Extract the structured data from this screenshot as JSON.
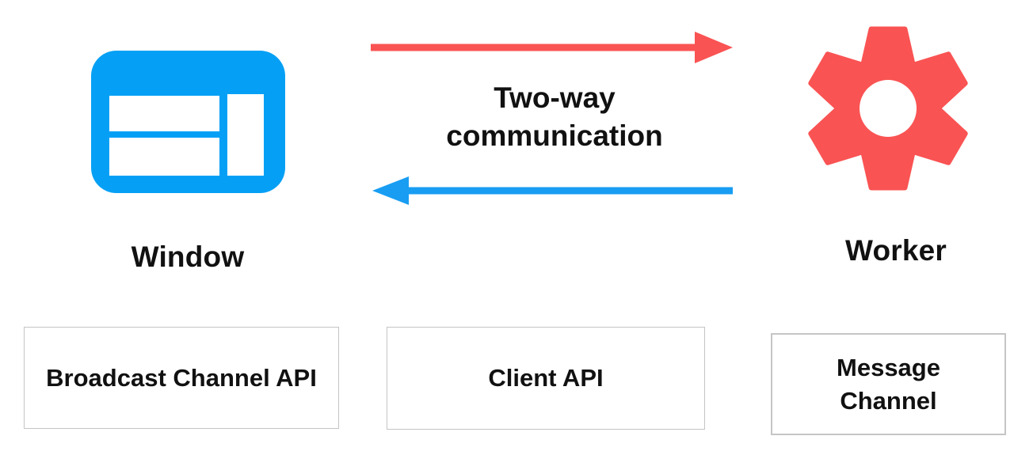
{
  "diagram": {
    "communication_label": "Two-way communication",
    "window": {
      "label": "Window",
      "icon": "browser-window-icon"
    },
    "worker": {
      "label": "Worker",
      "icon": "gear-icon"
    },
    "arrows": {
      "to_worker": {
        "direction": "right",
        "color": "#FA5353"
      },
      "to_window": {
        "direction": "left",
        "color": "#189DF2"
      }
    },
    "channels": [
      {
        "label": "Broadcast Channel API"
      },
      {
        "label": "Client API"
      },
      {
        "label": "Message Channel"
      }
    ],
    "colors": {
      "window_blue": "#05A0F5",
      "worker_red": "#FA5353",
      "arrow_red": "#FA5353",
      "arrow_blue": "#189DF2",
      "text": "#111111",
      "box_border": "#C5C5C5"
    }
  }
}
